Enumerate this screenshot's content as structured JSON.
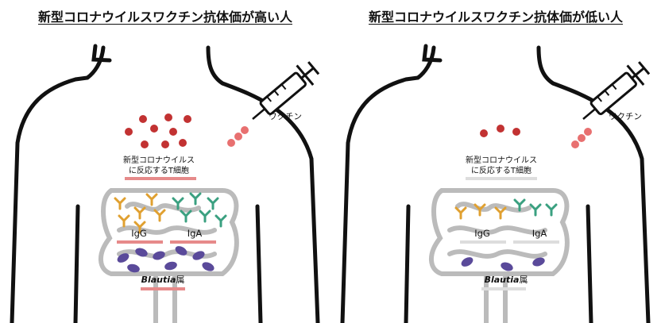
{
  "colors": {
    "high_bar": "#e68a8a",
    "low_bar": "#dddddd",
    "tcell": "#c23232",
    "igg": "#e0a030",
    "iga": "#3aa080",
    "blautia": "#5a4a9a",
    "vaccine_dot": "#e87070",
    "outline": "#111111",
    "intestine": "#bbbbbb"
  },
  "panels": [
    {
      "title": "新型コロナウイルスワクチン抗体価が高い人",
      "vaccine_label": "ワクチン",
      "tcell_label_1": "新型コロナウイルス",
      "tcell_label_2": "に反応するT細胞",
      "igg_label": "IgG",
      "iga_label": "IgA",
      "blautia_name": "Blautia",
      "blautia_suffix": "属",
      "level": "high"
    },
    {
      "title": "新型コロナウイルスワクチン抗体価が低い人",
      "vaccine_label": "ワクチン",
      "tcell_label_1": "新型コロナウイルス",
      "tcell_label_2": "に反応するT細胞",
      "igg_label": "IgG",
      "iga_label": "IgA",
      "blautia_name": "Blautia",
      "blautia_suffix": "属",
      "level": "low"
    }
  ]
}
